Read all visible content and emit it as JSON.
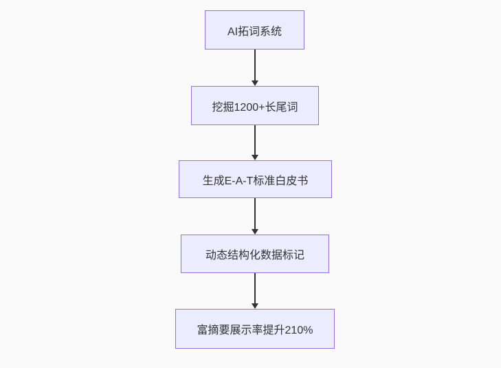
{
  "diagram": {
    "type": "flowchart",
    "direction": "top-down",
    "nodes": [
      {
        "id": "n1",
        "label": "AI拓词系统"
      },
      {
        "id": "n2",
        "label": "挖掘1200+长尾词"
      },
      {
        "id": "n3",
        "label": "生成E-A-T标准白皮书"
      },
      {
        "id": "n4",
        "label": "动态结构化数据标记"
      },
      {
        "id": "n5",
        "label": "富摘要展示率提升210%"
      }
    ],
    "edges": [
      {
        "from": "n1",
        "to": "n2",
        "arrow": "down-arrow"
      },
      {
        "from": "n2",
        "to": "n3",
        "arrow": "down-arrow"
      },
      {
        "from": "n3",
        "to": "n4",
        "arrow": "down-arrow"
      },
      {
        "from": "n4",
        "to": "n5",
        "arrow": "down-arrow"
      }
    ],
    "colors": {
      "node_fill": "#ECECFF",
      "node_border": "#9370DB",
      "edge_line": "#333333",
      "text": "#333333",
      "background": "#FAFAFA"
    }
  }
}
